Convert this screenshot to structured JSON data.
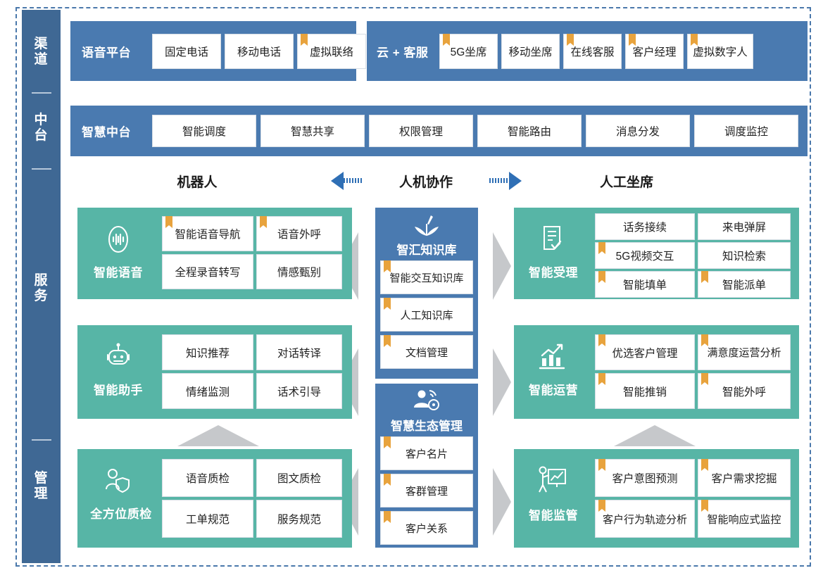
{
  "sidebar": {
    "items": [
      {
        "label": "渠道",
        "chars": [
          "渠",
          "道"
        ]
      },
      {
        "label": "中台",
        "chars": [
          "中",
          "台"
        ]
      },
      {
        "label": "服务",
        "chars": [
          "服",
          "务"
        ]
      },
      {
        "label": "管理",
        "chars": [
          "管",
          "理"
        ]
      }
    ]
  },
  "colors": {
    "sidebar_blue": "#3f6894",
    "band_blue": "#4a7ab0",
    "panel_teal": "#57b5a6",
    "flag_orange": "#e8a33d",
    "arrow_blue": "#2f6fb5",
    "chevron_gray": "#c6c8cb",
    "frame_dashed": "#4a78ab"
  },
  "channel_row": {
    "groups": [
      {
        "title": "语音平台",
        "items": [
          {
            "label": "固定电话",
            "flag": false
          },
          {
            "label": "移动电话",
            "flag": false
          },
          {
            "label": "虚拟联络",
            "flag": true
          }
        ]
      },
      {
        "title": "云 + 客服",
        "items": [
          {
            "label": "5G坐席",
            "flag": true
          },
          {
            "label": "移动坐席",
            "flag": false
          },
          {
            "label": "在线客服",
            "flag": true
          },
          {
            "label": "客户经理",
            "flag": true
          },
          {
            "label": "虚拟数字人",
            "flag": true
          }
        ]
      }
    ]
  },
  "platform_row": {
    "title": "智慧中台",
    "items": [
      {
        "label": "智能调度"
      },
      {
        "label": "智慧共享"
      },
      {
        "label": "权限管理"
      },
      {
        "label": "智能路由"
      },
      {
        "label": "消息分发"
      },
      {
        "label": "调度监控"
      }
    ]
  },
  "section_headers": {
    "left": "机器人",
    "center": "人机协作",
    "right": "人工坐席"
  },
  "left_column": [
    {
      "title": "智能语音",
      "icon": "voice-wave-icon",
      "items": [
        {
          "label": "智能语音导航",
          "flag": true
        },
        {
          "label": "语音外呼",
          "flag": true
        },
        {
          "label": "全程录音转写",
          "flag": false
        },
        {
          "label": "情感甄别",
          "flag": false
        }
      ]
    },
    {
      "title": "智能助手",
      "icon": "robot-icon",
      "items": [
        {
          "label": "知识推荐",
          "flag": false
        },
        {
          "label": "对话转译",
          "flag": false
        },
        {
          "label": "情绪监测",
          "flag": false
        },
        {
          "label": "话术引导",
          "flag": false
        }
      ]
    },
    {
      "title": "全方位质检",
      "icon": "person-shield-icon",
      "items": [
        {
          "label": "语音质检",
          "flag": false
        },
        {
          "label": "图文质检",
          "flag": false
        },
        {
          "label": "工单规范",
          "flag": false
        },
        {
          "label": "服务规范",
          "flag": false
        }
      ]
    }
  ],
  "center_column": [
    {
      "title": "智汇知识库",
      "icon": "open-book-icon",
      "items": [
        {
          "label": "智能交互知识库",
          "flag": true
        },
        {
          "label": "人工知识库",
          "flag": true
        },
        {
          "label": "文档管理",
          "flag": true
        }
      ]
    },
    {
      "title": "智慧生态管理",
      "icon": "person-network-icon",
      "items": [
        {
          "label": "客户名片",
          "flag": true
        },
        {
          "label": "客群管理",
          "flag": true
        },
        {
          "label": "客户关系",
          "flag": true
        }
      ]
    }
  ],
  "right_column": [
    {
      "title": "智能受理",
      "icon": "document-check-icon",
      "items": [
        {
          "label": "话务接续",
          "flag": false
        },
        {
          "label": "来电弹屏",
          "flag": false
        },
        {
          "label": "5G视频交互",
          "flag": true
        },
        {
          "label": "知识检索",
          "flag": false
        },
        {
          "label": "智能填单",
          "flag": true
        },
        {
          "label": "智能派单",
          "flag": true
        }
      ]
    },
    {
      "title": "智能运营",
      "icon": "chart-growth-icon",
      "items": [
        {
          "label": "优选客户管理",
          "flag": true
        },
        {
          "label": "满意度运营分析",
          "flag": true
        },
        {
          "label": "智能推销",
          "flag": true
        },
        {
          "label": "智能外呼",
          "flag": true
        }
      ]
    },
    {
      "title": "智能监管",
      "icon": "presenter-board-icon",
      "items": [
        {
          "label": "客户意图预测",
          "flag": true
        },
        {
          "label": "客户需求挖掘",
          "flag": true
        },
        {
          "label": "客户行为轨迹分析",
          "flag": true
        },
        {
          "label": "智能响应式监控",
          "flag": true
        }
      ]
    }
  ]
}
